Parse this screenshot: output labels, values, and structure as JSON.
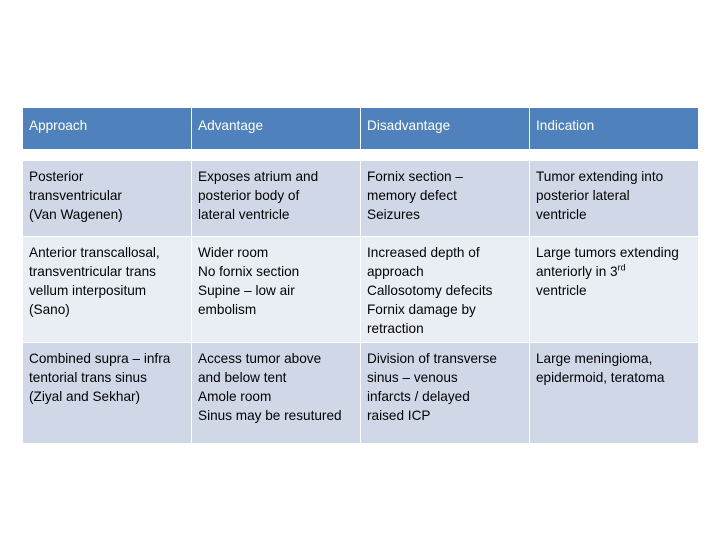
{
  "table": {
    "headers": [
      "Approach",
      "Advantage",
      "Disadvantage",
      "Indication"
    ],
    "rows": [
      {
        "approach": [
          "Posterior",
          "transventricular",
          "(Van Wagenen)"
        ],
        "advantage": [
          "Exposes atrium and",
          "posterior body of",
          "lateral ventricle"
        ],
        "disadvantage": [
          "Fornix section –",
          "memory defect",
          "Seizures"
        ],
        "indication": [
          "Tumor extending into",
          "posterior lateral",
          "ventricle"
        ]
      },
      {
        "approach": [
          "Anterior transcallosal,",
          "transventricular trans",
          "vellum interpositum",
          "(Sano)"
        ],
        "advantage": [
          "Wider room",
          "No fornix section",
          "Supine – low air",
          "embolism"
        ],
        "disadvantage": [
          "Increased depth of",
          "approach",
          "Callosotomy defecits",
          "Fornix damage by",
          "retraction"
        ],
        "indication_line1": "Large tumors extending",
        "indication_line2_pre": "anteriorly in 3",
        "indication_line2_sup": "rd",
        "indication_line3": "ventricle"
      },
      {
        "approach": [
          "Combined supra – infra",
          "tentorial trans sinus",
          "(Ziyal and Sekhar)"
        ],
        "advantage": [
          "Access tumor above",
          "and below tent",
          "Amole room",
          "Sinus may be resutured"
        ],
        "disadvantage": [
          "Division of transverse",
          "sinus – venous",
          "infarcts / delayed",
          "raised ICP"
        ],
        "indication": [
          "Large meningioma,",
          "epidermoid, teratoma"
        ]
      }
    ]
  },
  "colors": {
    "header_bg": "#4f81bd",
    "row_odd_bg": "#d0d8e8",
    "row_even_bg": "#e9edf4",
    "header_text": "#ffffff"
  }
}
